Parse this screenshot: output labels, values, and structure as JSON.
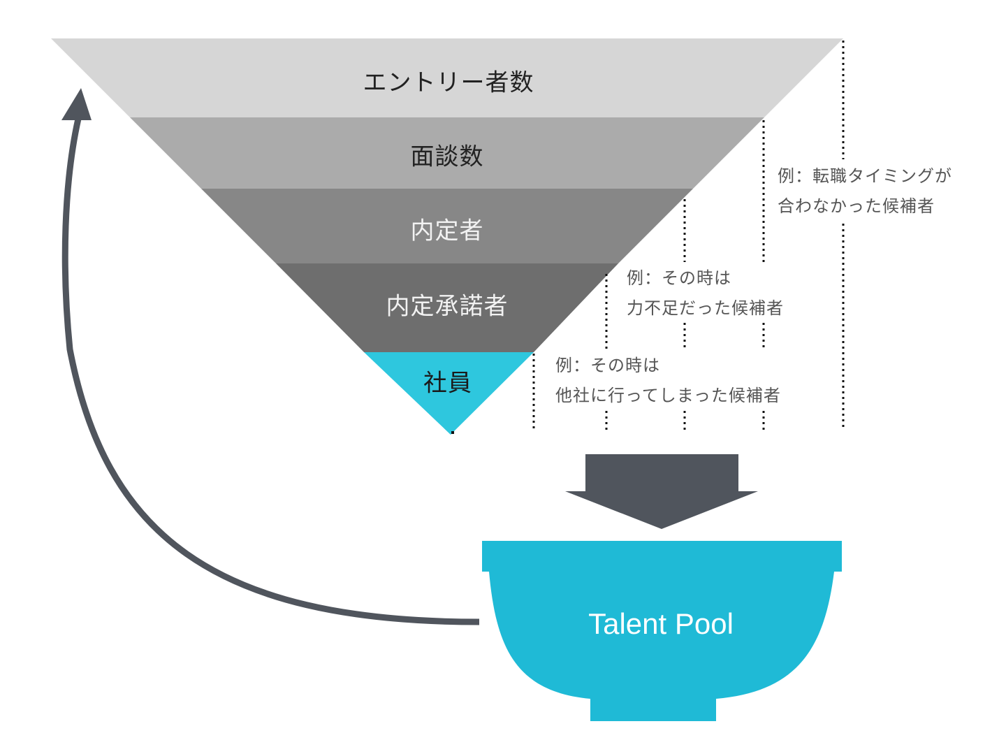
{
  "funnel": {
    "stages": [
      {
        "label": "エントリー者数",
        "color": "#d6d6d6",
        "text_color": "#222222"
      },
      {
        "label": "面談数",
        "color": "#ababab",
        "text_color": "#222222"
      },
      {
        "label": "内定者",
        "color": "#878787",
        "text_color": "#f2f2f2"
      },
      {
        "label": "内定承諾者",
        "color": "#6e6e6e",
        "text_color": "#f2f2f2"
      },
      {
        "label": "社員",
        "color": "#2ec7de",
        "text_color": "#1a1a1a"
      }
    ]
  },
  "notes": [
    {
      "line1": "例：転職タイミングが",
      "line2": "合わなかった候補者"
    },
    {
      "line1": "例：その時は",
      "line2": "力不足だった候補者"
    },
    {
      "line1": "例：その時は",
      "line2": "他社に行ってしまった候補者"
    }
  ],
  "talent_pool": {
    "label": "Talent Pool",
    "color": "#1fbad6"
  },
  "arrows": {
    "color": "#50555d"
  }
}
